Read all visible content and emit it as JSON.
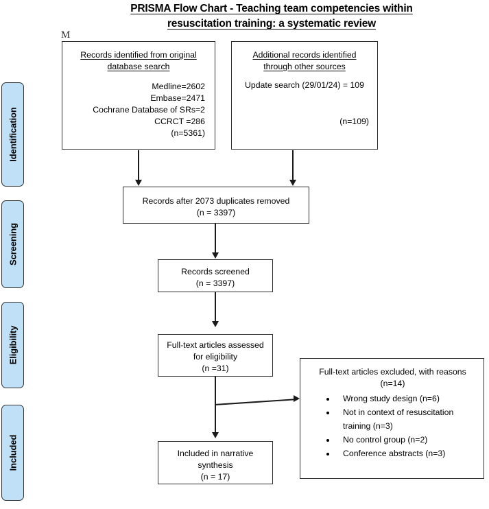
{
  "title": {
    "line1": "PRISMA Flow Chart - Teaching team competencies within",
    "line2": "resuscitation training: a systematic review"
  },
  "artifact": {
    "stray_char": "M"
  },
  "stages": [
    {
      "label": "Identification"
    },
    {
      "label": "Screening"
    },
    {
      "label": "Eligibility"
    },
    {
      "label": "Included"
    }
  ],
  "boxes": {
    "identified": {
      "heading_line1": "Records identified from original",
      "heading_line2": "database search",
      "rows": [
        "Medline=2602",
        "Embase=2471",
        "Cochrane Database of SRs=2",
        "CCRCT =286",
        "(n=5361)"
      ]
    },
    "additional": {
      "heading_line1": "Additional records identified",
      "heading_line2": "through other sources",
      "body": "Update search (29/01/24) = 109",
      "count": "(n=109)"
    },
    "duplicates": {
      "line1": "Records after 2073 duplicates removed",
      "line2": "(n = 3397)"
    },
    "screened": {
      "line1": "Records screened",
      "line2": "(n = 3397)"
    },
    "fulltext": {
      "line1": "Full-text articles assessed",
      "line2": "for eligibility",
      "line3": "(n =31)"
    },
    "excluded": {
      "line1": "Full-text articles excluded, with reasons",
      "line2": "(n=14)",
      "reasons": [
        "Wrong study design (n=6)",
        "Not in context of resuscitation training (n=3)",
        "No control group (n=2)",
        "Conference abstracts (n=3)"
      ]
    },
    "included": {
      "line1": "Included in narrative",
      "line2": "synthesis",
      "line3": "(n = 17)"
    }
  },
  "colors": {
    "stage_fill": "#bfe0f7",
    "stage_border": "#2f2f2f",
    "box_border": "#2b2b2b",
    "connector": "#1a1a1a",
    "background": "#ffffff",
    "text": "#000000"
  }
}
